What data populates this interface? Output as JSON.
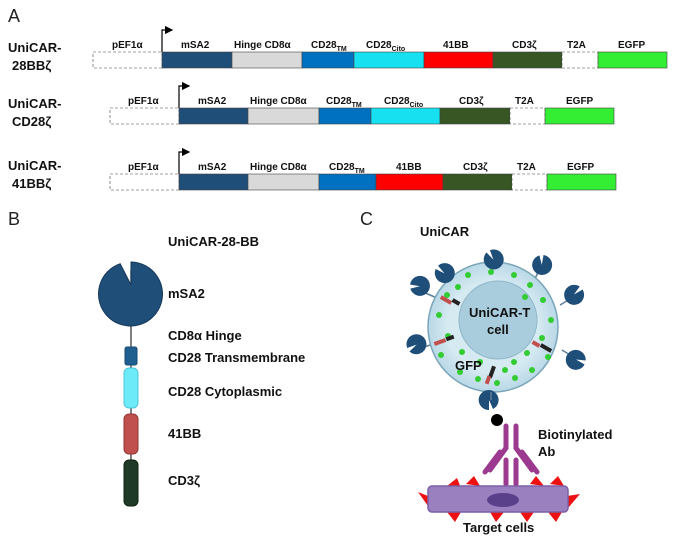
{
  "panels": {
    "a": "A",
    "b": "B",
    "c": "C"
  },
  "constructs": [
    {
      "name_line1": "UniCAR-",
      "name_line2": "28BBζ",
      "promoter": "pEF1α",
      "segments": [
        {
          "key": "msa2",
          "label": "mSA2",
          "color": "#1f4e79"
        },
        {
          "key": "hinge",
          "label": "Hinge CD8α",
          "color": "#d9d9d9"
        },
        {
          "key": "cd28tm",
          "label": "CD28",
          "sub": "TM",
          "color": "#0070c0"
        },
        {
          "key": "cd28cito",
          "label": "CD28",
          "sub": "Cito",
          "color": "#17e0f0"
        },
        {
          "key": "41bb",
          "label": "41BB",
          "color": "#ff0000"
        },
        {
          "key": "cd3z",
          "label": "CD3ζ",
          "color": "#375623"
        },
        {
          "key": "t2a",
          "label": "T2A",
          "color": "#ffffff"
        },
        {
          "key": "egfp",
          "label": "EGFP",
          "color": "#33ee33"
        }
      ]
    },
    {
      "name_line1": "UniCAR-",
      "name_line2": "CD28ζ",
      "promoter": "pEF1α",
      "segments": [
        {
          "key": "msa2",
          "label": "mSA2",
          "color": "#1f4e79"
        },
        {
          "key": "hinge",
          "label": "Hinge CD8α",
          "color": "#d9d9d9"
        },
        {
          "key": "cd28tm",
          "label": "CD28",
          "sub": "TM",
          "color": "#0070c0"
        },
        {
          "key": "cd28cito",
          "label": "CD28",
          "sub": "Cito",
          "color": "#17e0f0"
        },
        {
          "key": "cd3z",
          "label": "CD3ζ",
          "color": "#375623"
        },
        {
          "key": "t2a",
          "label": "T2A",
          "color": "#ffffff"
        },
        {
          "key": "egfp",
          "label": "EGFP",
          "color": "#33ee33"
        }
      ]
    },
    {
      "name_line1": "UniCAR-",
      "name_line2": "41BBζ",
      "promoter": "pEF1α",
      "segments": [
        {
          "key": "msa2",
          "label": "mSA2",
          "color": "#1f4e79"
        },
        {
          "key": "hinge",
          "label": "Hinge CD8α",
          "color": "#d9d9d9"
        },
        {
          "key": "cd28tm",
          "label": "CD28",
          "sub": "TM",
          "color": "#0070c0"
        },
        {
          "key": "41bb",
          "label": "41BB",
          "color": "#ff0000"
        },
        {
          "key": "cd3z",
          "label": "CD3ζ",
          "color": "#375623"
        },
        {
          "key": "t2a",
          "label": "T2A",
          "color": "#ffffff"
        },
        {
          "key": "egfp",
          "label": "EGFP",
          "color": "#33ee33"
        }
      ]
    }
  ],
  "panel_b": {
    "title": "UniCAR-28-BB",
    "domains": [
      {
        "label": "mSA2",
        "color": "#1f4e79"
      },
      {
        "label": "CD8α Hinge",
        "color": "#777777"
      },
      {
        "label": "CD28 Transmembrane",
        "color": "#1f5f8f"
      },
      {
        "label": "CD28 Cytoplasmic",
        "color": "#5ce6f5"
      },
      {
        "label": "41BB",
        "color": "#c0504d"
      },
      {
        "label": "CD3ζ",
        "color": "#1f3a26"
      }
    ]
  },
  "panel_c": {
    "unicar_label": "UniCAR",
    "cell_line1": "UniCAR-T",
    "cell_line2": "cell",
    "gfp_label": "GFP",
    "ab_line1": "Biotinylated",
    "ab_line2": "Ab",
    "target_label": "Target cells",
    "colors": {
      "cell_outer": "#cfe5ee",
      "cell_inner": "#a9cddd",
      "gfp_dot": "#33cc33",
      "receptor": "#1f4e79",
      "antibody": "#9b3a8e",
      "target_cell": "#9b80c0",
      "target_spike": "#ee1111"
    }
  }
}
